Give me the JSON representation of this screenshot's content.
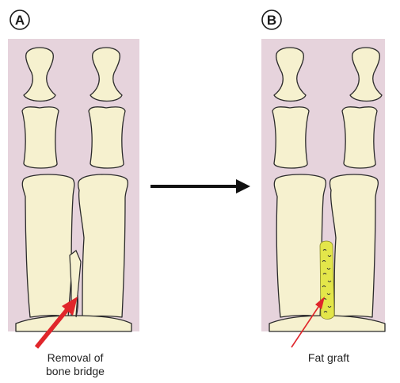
{
  "panels": [
    {
      "letter": "A",
      "caption_line1": "Removal of",
      "caption_line2": "bone bridge"
    },
    {
      "letter": "B",
      "caption": "Fat graft"
    }
  ],
  "colors": {
    "panel_background": "#e6d3dc",
    "bone_fill": "#f6f1cf",
    "bone_outline": "#2b2b2b",
    "fat_graft": "#e3e64a",
    "pointer_arrow": "#e0262b",
    "transition_arrow": "#111111"
  },
  "icons": {
    "panel_arrow": "arrow-right-icon",
    "pointer": "red-arrow-icon"
  }
}
